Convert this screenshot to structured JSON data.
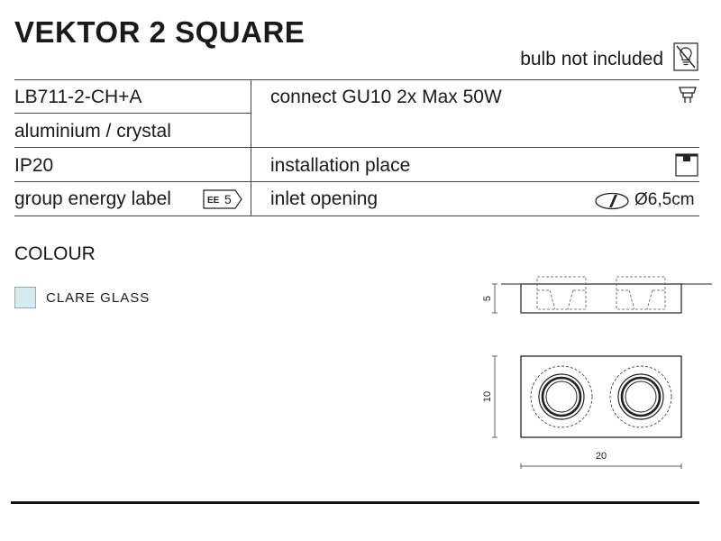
{
  "product": {
    "title": "VEKTOR 2 SQUARE",
    "bulb_note": "bulb not included"
  },
  "spec_table": {
    "code": "LB711-2-CH+A",
    "material": "aluminium / crystal",
    "ip": "IP20",
    "energy_label_text": "group energy label",
    "energy_badge": {
      "prefix": "EE",
      "value": "5"
    },
    "connect": "connect GU10 2x Max 50W",
    "installation": "installation place",
    "inlet_label": "inlet opening",
    "inlet_value": "Ø6,5cm"
  },
  "colour": {
    "heading": "COLOUR",
    "options": [
      {
        "label": "CLARE GLASS",
        "swatch_color": "#d6ecef"
      }
    ]
  },
  "drawing": {
    "height_label": "5",
    "depth_label": "10",
    "width_label": "20"
  },
  "icons": [
    "bulb-crossed-icon",
    "gu10-bulb-icon",
    "ceiling-mount-icon",
    "inlet-opening-icon",
    "energy-label-icon"
  ]
}
